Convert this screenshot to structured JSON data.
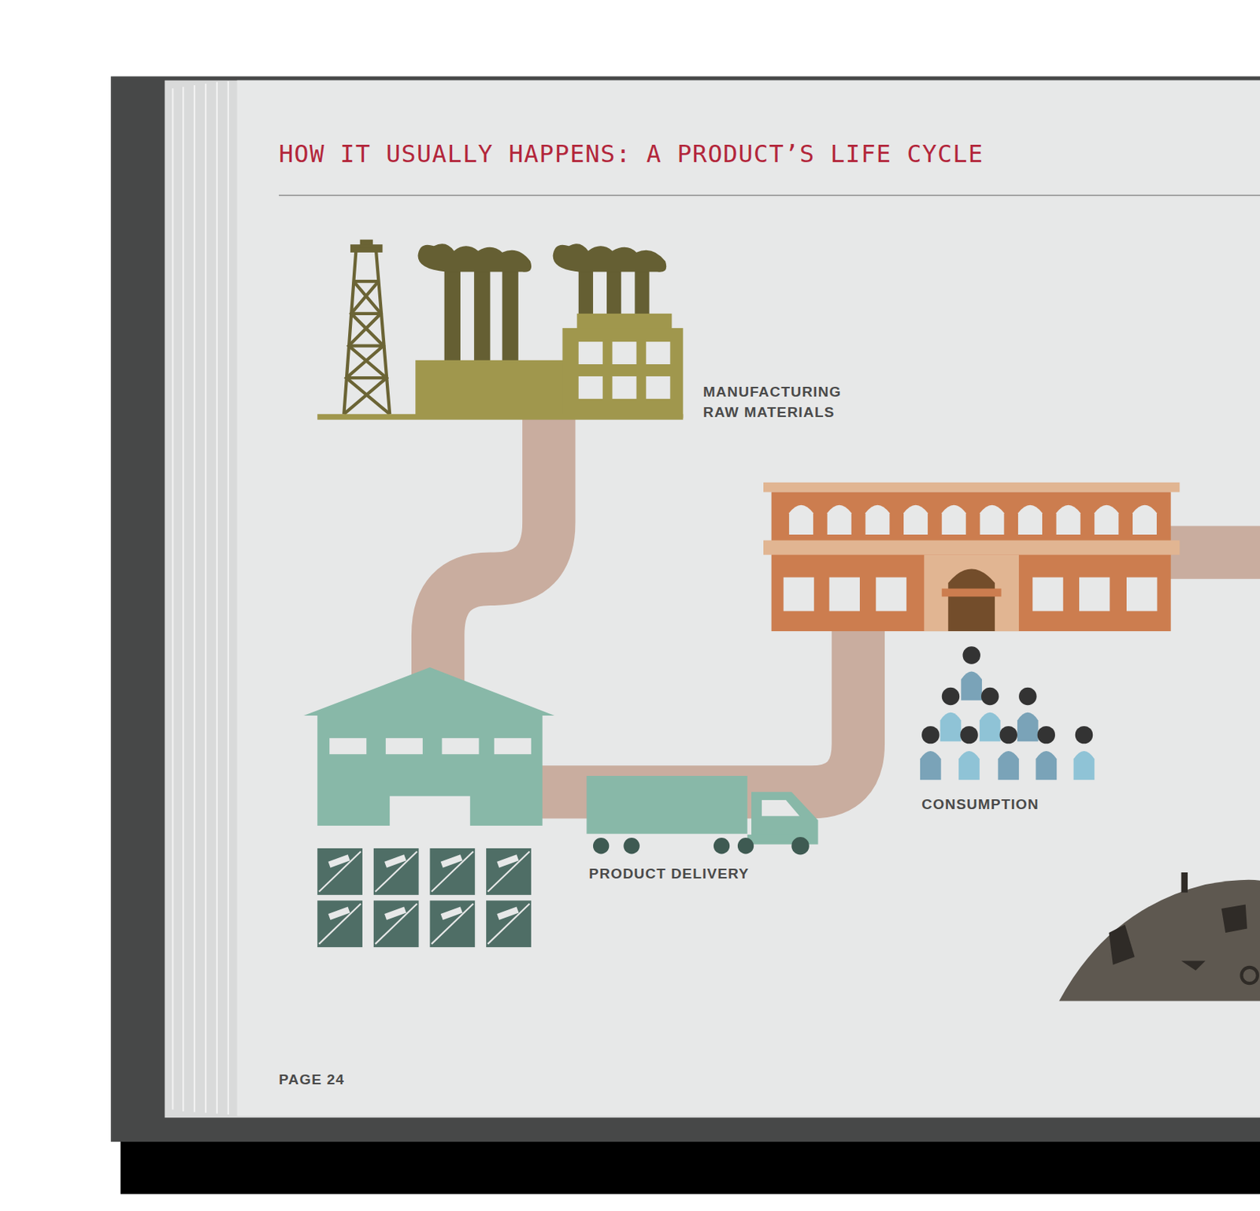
{
  "diagram": {
    "title": "HOW IT USUALLY HAPPENS: A PRODUCT’S LIFE CYCLE",
    "labels": [
      "MANUFACTURING RAW MATERIALS",
      "PRODUCT DELIVERY",
      "CONSUMPTION",
      "PAGE 24"
    ]
  }
}
